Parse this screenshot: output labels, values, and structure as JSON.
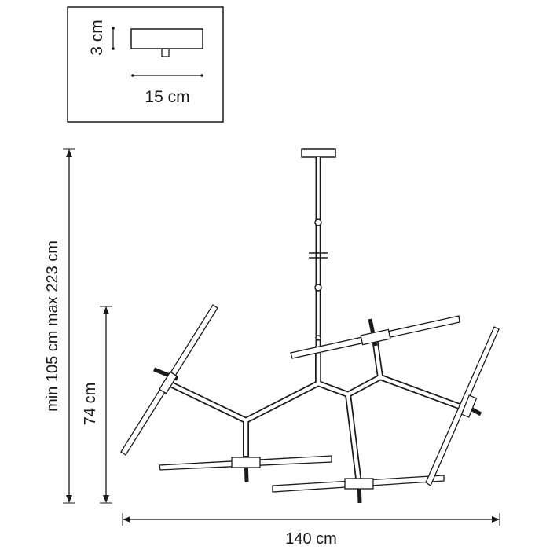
{
  "inset": {
    "height_label": "3 cm",
    "width_label": "15 cm"
  },
  "dimensions": {
    "total_height_label": "min 105 cm max 223 cm",
    "body_height_label": "74 cm",
    "width_label": "140 cm"
  },
  "colors": {
    "line": "#1a1a1a",
    "background": "#ffffff"
  }
}
